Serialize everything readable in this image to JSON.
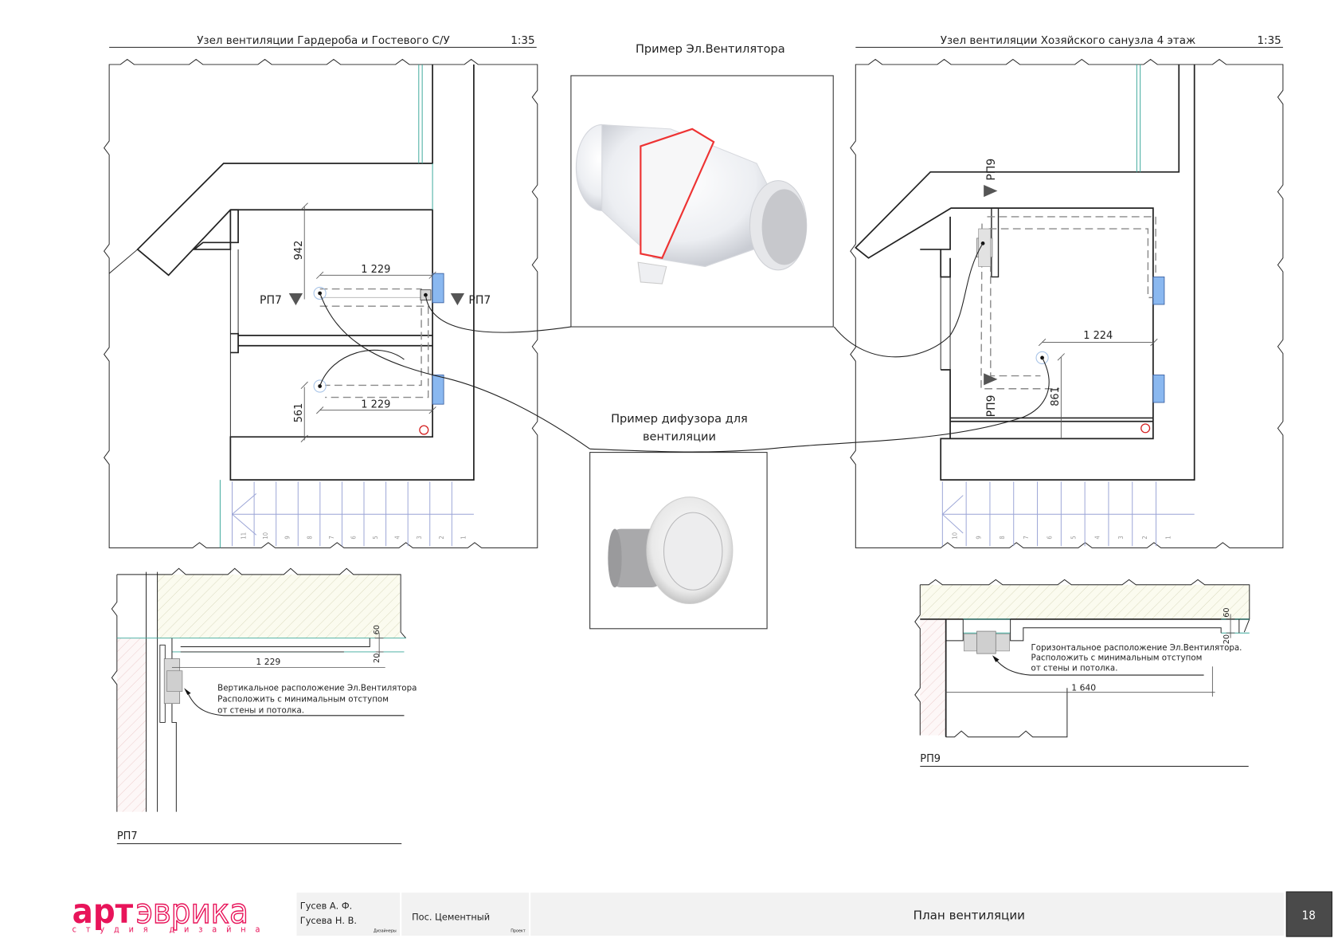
{
  "sheet": {
    "page_number": "18",
    "title": "План вентиляции"
  },
  "left_plan": {
    "title": "Узел вентиляции Гардероба и Гостевого С/У",
    "scale": "1:35",
    "section_marks": [
      "РП7",
      "РП7"
    ],
    "dims": {
      "top_horizontal": "1 229",
      "bottom_horizontal": "1 229",
      "top_vertical": "942",
      "bottom_vertical": "561"
    },
    "stair_numbers": [
      "11",
      "10",
      "9",
      "8",
      "7",
      "6",
      "5",
      "4",
      "3",
      "2",
      "1"
    ]
  },
  "right_plan": {
    "title": "Узел вентиляции Хозяйского санузла 4 этаж",
    "scale": "1:35",
    "section_marks": [
      "РП9",
      "РП9"
    ],
    "dims": {
      "horizontal": "1 224",
      "vertical": "861"
    },
    "stair_numbers": [
      "10",
      "9",
      "8",
      "7",
      "6",
      "5",
      "4",
      "3",
      "2",
      "1"
    ]
  },
  "fan_example": {
    "title": "Пример Эл.Вентилятора",
    "image_alt": "inline-fan-photo"
  },
  "diffuser_example": {
    "title_line1": "Пример дифузора для",
    "title_line2": "вентиляции",
    "image_alt": "diffuser-photo"
  },
  "section_rp7": {
    "label": "РП7",
    "dims": {
      "length": "1 229",
      "gap_top": "60",
      "gap_bottom": "20"
    },
    "note_line1": "Вертикальное расположение Эл.Вентилятора",
    "note_line2": "Расположить с минимальным отступом",
    "note_line3": "от стены и потолка."
  },
  "section_rp9": {
    "label": "РП9",
    "dims": {
      "length": "1 640",
      "gap_top": "60",
      "gap_bottom": "20"
    },
    "note_line1": "Горизонтальное расположение Эл.Вентилятора.",
    "note_line2": "Расположить с минимальным отступом",
    "note_line3": "от стены и потолка."
  },
  "title_block": {
    "logo_main_solid": "арт",
    "logo_main_outline": "эврика",
    "logo_sub": "студия дизайна",
    "designer1": "Гусев А. Ф.",
    "designer2": "Гусева Н. В.",
    "designers_caption": "Дизайнеры",
    "project": "Пос. Цементный",
    "project_caption": "Проект",
    "sheet_title": "План вентиляции",
    "page_number": "18"
  },
  "colors": {
    "brand": "#e8145a",
    "page_badge": "#4a4a4a",
    "footer_bg": "#f2f2f2",
    "diffuser_blue": "#8ab8f0",
    "teal_line": "#3aa79a"
  }
}
